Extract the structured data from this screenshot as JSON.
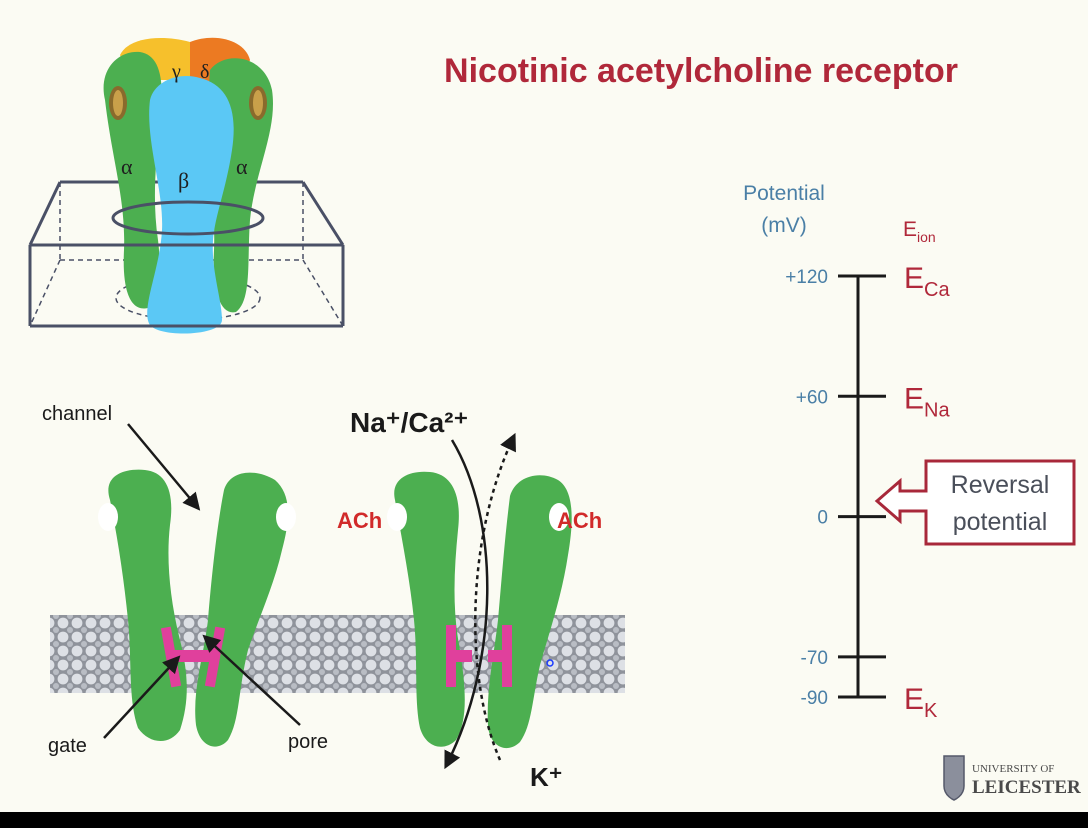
{
  "title": "Nicotinic acetylcholine receptor",
  "subunits": {
    "gamma": "γ",
    "delta": "δ",
    "alpha": "α",
    "beta": "β"
  },
  "labels": {
    "channel": "channel",
    "gate": "gate",
    "pore": "pore",
    "ach": "ACh",
    "influx": "Na⁺/Ca²⁺",
    "efflux": "K⁺"
  },
  "scale": {
    "axis_title_line1": "Potential",
    "axis_title_line2": "(mV)",
    "eion_label": "E",
    "eion_sub": "ion",
    "ticks": [
      {
        "value": 120,
        "label": "+120",
        "ion": "E",
        "ion_sub": "Ca"
      },
      {
        "value": 60,
        "label": "+60",
        "ion": "E",
        "ion_sub": "Na"
      },
      {
        "value": 0,
        "label": "0",
        "ion": "",
        "ion_sub": ""
      },
      {
        "value": -70,
        "label": "-70",
        "ion": "",
        "ion_sub": ""
      },
      {
        "value": -90,
        "label": "-90",
        "ion": "E",
        "ion_sub": "K"
      }
    ],
    "reversal_line1": "Reversal",
    "reversal_line2": "potential"
  },
  "logo": {
    "line1": "UNIVERSITY OF",
    "line2": "LEICESTER"
  },
  "colors": {
    "title_red": "#b0283a",
    "label_blue": "#4a7fa6",
    "green": "#4caf50",
    "blue_subunit": "#5bc8f5",
    "gamma_yellow": "#f6c02c",
    "delta_orange": "#ec7a22",
    "gate_pink": "#e0409c"
  }
}
